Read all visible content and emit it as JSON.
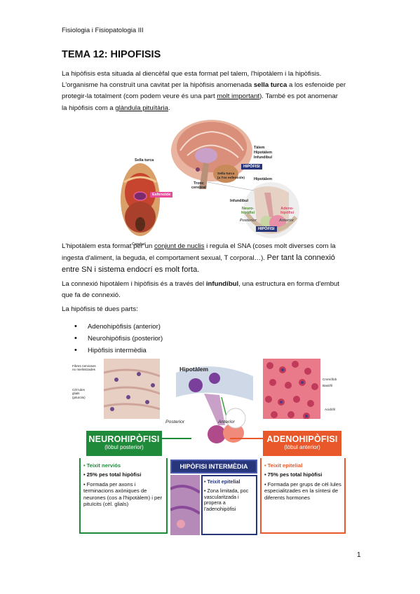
{
  "header": "Fisiologia i Fisiopatologia III",
  "title": "TEMA 12: HIPOFISIS",
  "intro": {
    "line1": "La hipòfisis esta situada al diencèfal que esta format pel talem, l'hipotàlem i la hipòfisis.",
    "line2_a": "L'organisme ha construït una cavitat per la hipòfisis anomenada ",
    "line2_b": "sella turca",
    "line2_c": " a los esfenoide per",
    "line3_a": "protegir-la totalment (com podem veure és una part ",
    "line3_b": "molt important",
    "line3_c": "). També es pot anomenar",
    "line4_a": "la hipòfisis com a ",
    "line4_b": "glàndula pituïtària",
    "line4_c": "."
  },
  "figure1": {
    "sella_turca": "Sella\nturca",
    "esfenoide": "Esfenoide",
    "cerebel": "Cerebel",
    "talem": "Tàlem",
    "hipotalem": "Hipotàlem",
    "infundibul_top": "Infundíbul",
    "hipofisi_top": "HIPÒFISI",
    "tronc": "Tronc\ncerebral",
    "sella_detail": "Sella turca\n(a l'os esfenoide)",
    "hipotalem2": "Hipotàlem",
    "infundibul2": "Infundíbul",
    "neuro": "Neuro-\nhipòfisi",
    "adeno": "Adeno-\nhipòfisi",
    "posterior": "Posterior",
    "anterior": "Anterior",
    "hipofisi_bottom": "HIPÒFISI"
  },
  "para2": {
    "a": "L'hipotàlem esta format per un ",
    "b": "conjunt de nuclis",
    "c": " i regula el SNA (coses molt diverses com la",
    "line2": "ingesta d'aliment, la beguda, el comportament sexual, T corporal…). ",
    "line2_big": "Per tant la connexió",
    "line3_big": "entre SN i sistema endocrí es molt forta."
  },
  "para3": {
    "a": "La connexió hipotàlem i hipòfisis és a través del ",
    "b": "infundíbul",
    "c": ", una estructura en forma d'embut",
    "line2": "que fa de connexió."
  },
  "para4": "La hipòfisis té dues parts:",
  "bullets": [
    "Adenohipòfisis (anterior)",
    "Neurohipòfisis (posterior)",
    "Hipòfisis intermèdia"
  ],
  "figure2": {
    "fibres": "Fibres nervioses\nno mielinitzades",
    "cells": "Cèl·lules\nglials\n(pituïcits)",
    "hipotalem": "Hipotàlem",
    "posterior": "Posterior",
    "anterior": "Anterior",
    "cromofob": "Cromòfob",
    "basofil": "Basòfil",
    "acidofil": "Acidòfil",
    "neuro_title": "NEUROHIPÒFISI",
    "neuro_sub": "(lòbul posterior)",
    "adeno_title": "ADENOHIPÒFISI",
    "adeno_sub": "(lòbul anterior)",
    "inter_title": "HIPÒFISI INTERMÈDIA",
    "neuro_items": [
      "Teixit nerviós",
      "25% pes total hipòfisi",
      "Formada per axons i terminacions axòniques de neurones (cos a l'hipotàlem) i per pituïcits (cèl. glials)"
    ],
    "inter_items": [
      "Teixit epitelial",
      "Zona limitada, poc vascularitzada i propera a l'adenohipòfisi"
    ],
    "adeno_items": [
      "Teixit epitelial",
      "75% pes total hipòfisi",
      "Formada per grups de cèl·lules especialitzades en la síntesi de diferents hormones"
    ],
    "colors": {
      "green": "#1f8a3a",
      "orange": "#e8582a",
      "navy": "#27357a",
      "pink": "#f7b8c4"
    }
  },
  "page_number": "1"
}
